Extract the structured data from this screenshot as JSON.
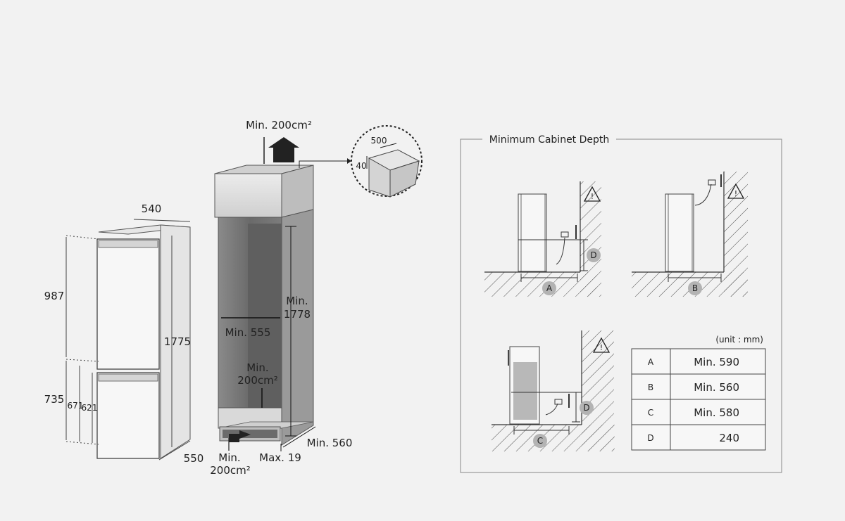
{
  "fridge": {
    "width": "540",
    "height_total": "1775",
    "upper_height": "987",
    "lower_height": "735",
    "lower_a": "671",
    "lower_b": "621",
    "depth": "550"
  },
  "cabinet": {
    "top_vent": "Min. 200cm²",
    "inner_width": "Min. 555",
    "inner_height_1": "Min.",
    "inner_height_2": "1778",
    "mid_vent_1": "Min.",
    "mid_vent_2": "200cm²",
    "bottom_vent_1": "Min.",
    "bottom_vent_2": "200cm²",
    "gap": "Max. 19",
    "depth": "Min. 560",
    "detail_width": "500",
    "detail_depth": "40"
  },
  "depth_panel": {
    "title": "Minimum Cabinet Depth",
    "unit": "(unit : mm)",
    "markers": {
      "a": "A",
      "b": "B",
      "c": "C",
      "d": "D"
    },
    "warning_glyph": "!",
    "table": [
      {
        "key": "A",
        "value": "Min. 590"
      },
      {
        "key": "B",
        "value": "Min. 560"
      },
      {
        "key": "C",
        "value": "Min. 580"
      },
      {
        "key": "D",
        "value": "240"
      }
    ]
  },
  "colors": {
    "background": "#f2f2f2",
    "line": "#333333",
    "cabinet_dark": "#777777",
    "marker": "#b3b3b3"
  }
}
